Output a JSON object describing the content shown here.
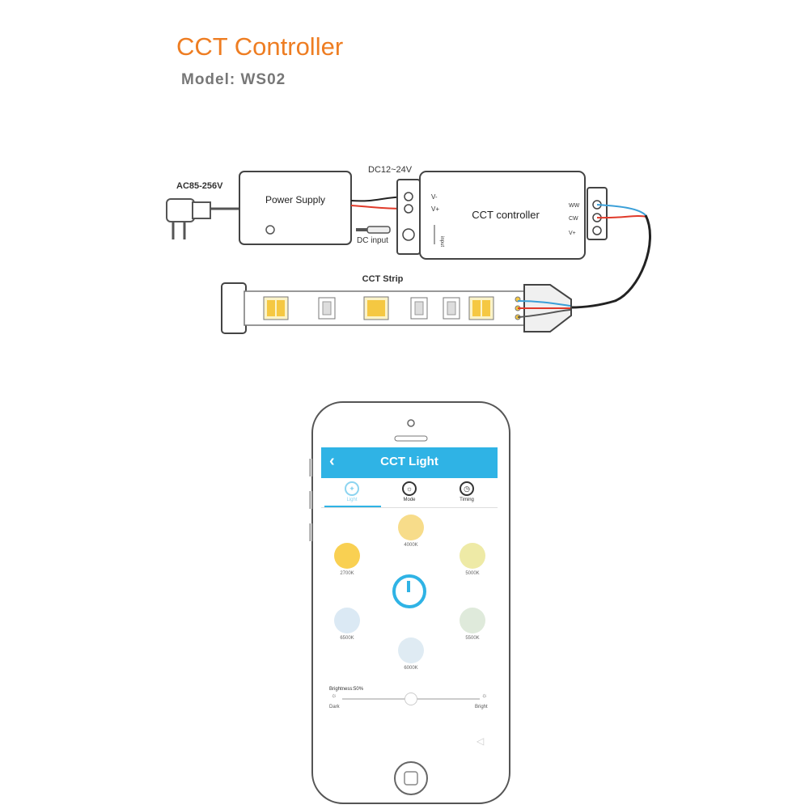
{
  "header": {
    "title": "CCT Controller",
    "model": "Model: WS02"
  },
  "diagram": {
    "ac_input": "AC85-256V",
    "power_supply": "Power Supply",
    "dc_range": "DC12~24V",
    "dc_input": "DC input",
    "input_label": "input",
    "controller": "CCT controller",
    "controller_in_vminus": "V-",
    "controller_in_vplus": "V+",
    "out_ww": "WW",
    "out_cw": "CW",
    "out_vplus": "V+",
    "strip": "CCT Strip",
    "colors": {
      "wire_red": "#e03a2a",
      "wire_blue": "#3a9fd8",
      "wire_black": "#222222",
      "led_warm": "#f5c842",
      "led_cool": "#fbf3c8"
    }
  },
  "app": {
    "back_icon": "chevron-left-icon",
    "title": "CCT Light",
    "tabs": [
      {
        "label": "Light",
        "icon": "bulb-icon"
      },
      {
        "label": "Mode",
        "icon": "mode-icon"
      },
      {
        "label": "Timing",
        "icon": "alarm-clock-icon"
      }
    ],
    "swatches": [
      {
        "label": "4000K",
        "color": "#f7dc8a"
      },
      {
        "label": "2700K",
        "color": "#f9d052"
      },
      {
        "label": "5000K",
        "color": "#eeeaa6"
      },
      {
        "label": "6500K",
        "color": "#dbe9f4"
      },
      {
        "label": "5500K",
        "color": "#dfeadb"
      },
      {
        "label": "6000K",
        "color": "#dfebf3"
      }
    ],
    "brightness_label": "Brightness:50%",
    "brightness_value": 0.5,
    "dark_label": "Dark",
    "bright_label": "Bright",
    "accent": "#2fb3e5"
  }
}
